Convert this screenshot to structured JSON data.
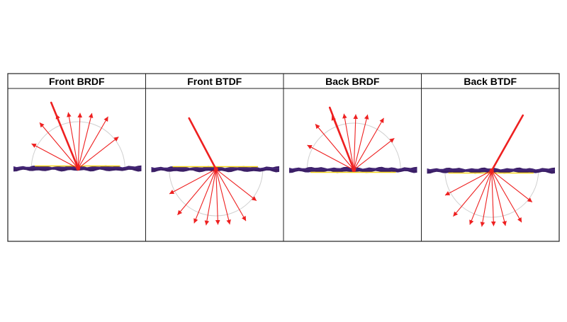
{
  "panels": [
    {
      "title": "Front BRDF",
      "mode": "reflect",
      "side": "front"
    },
    {
      "title": "Front BTDF",
      "mode": "transmit",
      "side": "front"
    },
    {
      "title": "Back BRDF",
      "mode": "reflect",
      "side": "back"
    },
    {
      "title": "Back BTDF",
      "mode": "transmit",
      "side": "back"
    }
  ],
  "colors": {
    "ray": "#ee2020",
    "surface": "#3b1f66",
    "surface_highlight": "#5a3aa0",
    "coating": "#f3d21a",
    "hemisphere": "#d0d0d0",
    "frame": "#222222"
  }
}
